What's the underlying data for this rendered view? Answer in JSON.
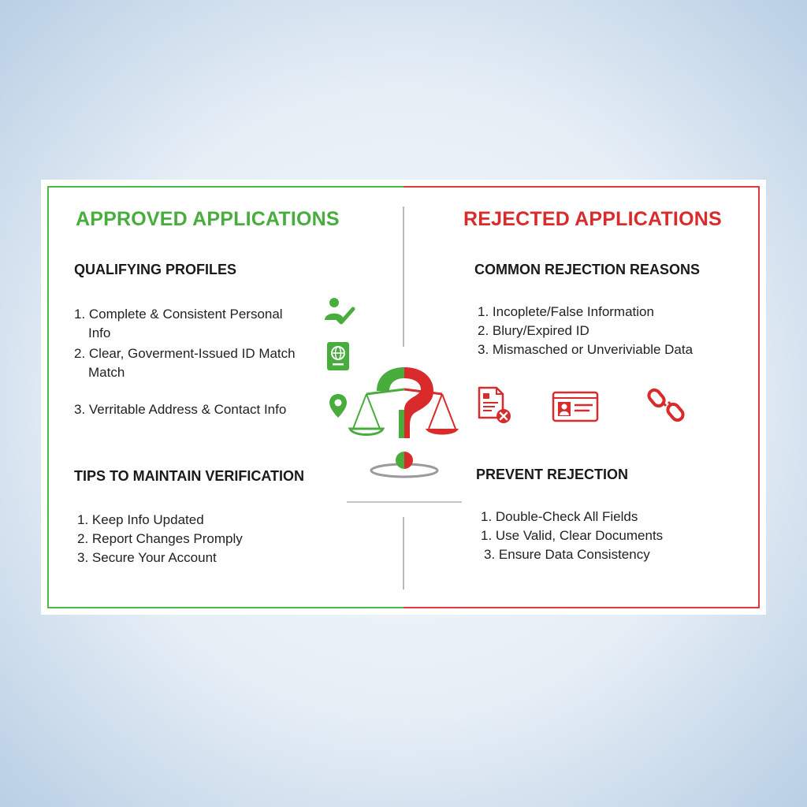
{
  "approved": {
    "title": "APPROVED APPLICATIONS",
    "qualifying": {
      "heading": "QUALIFYING PROFILES",
      "items": [
        {
          "line1": "1. Complete & Consistent Personal",
          "line2": "Info",
          "icon": "person-check-icon"
        },
        {
          "line1": "2. Clear, Goverment-Issued ID Match",
          "line2": "Match",
          "icon": "passport-icon"
        },
        {
          "line1": "3. Verritable Address & Contact Info",
          "line2": "",
          "icon": "location-pin-icon"
        }
      ]
    },
    "tips": {
      "heading": "TIPS TO MAINTAIN VERIFICATION",
      "items": [
        "1. Keep Info Updated",
        "2. Report Changes Promply",
        "3. Secure Your Account"
      ]
    }
  },
  "rejected": {
    "title": "REJECTED APPLICATIONS",
    "reasons": {
      "heading": "COMMON REJECTION REASONS",
      "items": [
        "1. Incoplete/False Information",
        "2. Blury/Expired ID",
        "3. Mismasched or Unveriviable Data"
      ],
      "icons": [
        "rejected-document-icon",
        "id-card-icon",
        "broken-link-icon"
      ]
    },
    "prevent": {
      "heading": "PREVENT REJECTION",
      "items": [
        "1. Double-Check All Fields",
        "1. Use Valid, Clear Documents",
        "3. Ensure Data Consistency"
      ]
    }
  },
  "center": {
    "icon": "scale-question-icon"
  },
  "colors": {
    "approved": "#48ad3c",
    "rejected": "#d92b2b",
    "background": "#e6eef6"
  }
}
